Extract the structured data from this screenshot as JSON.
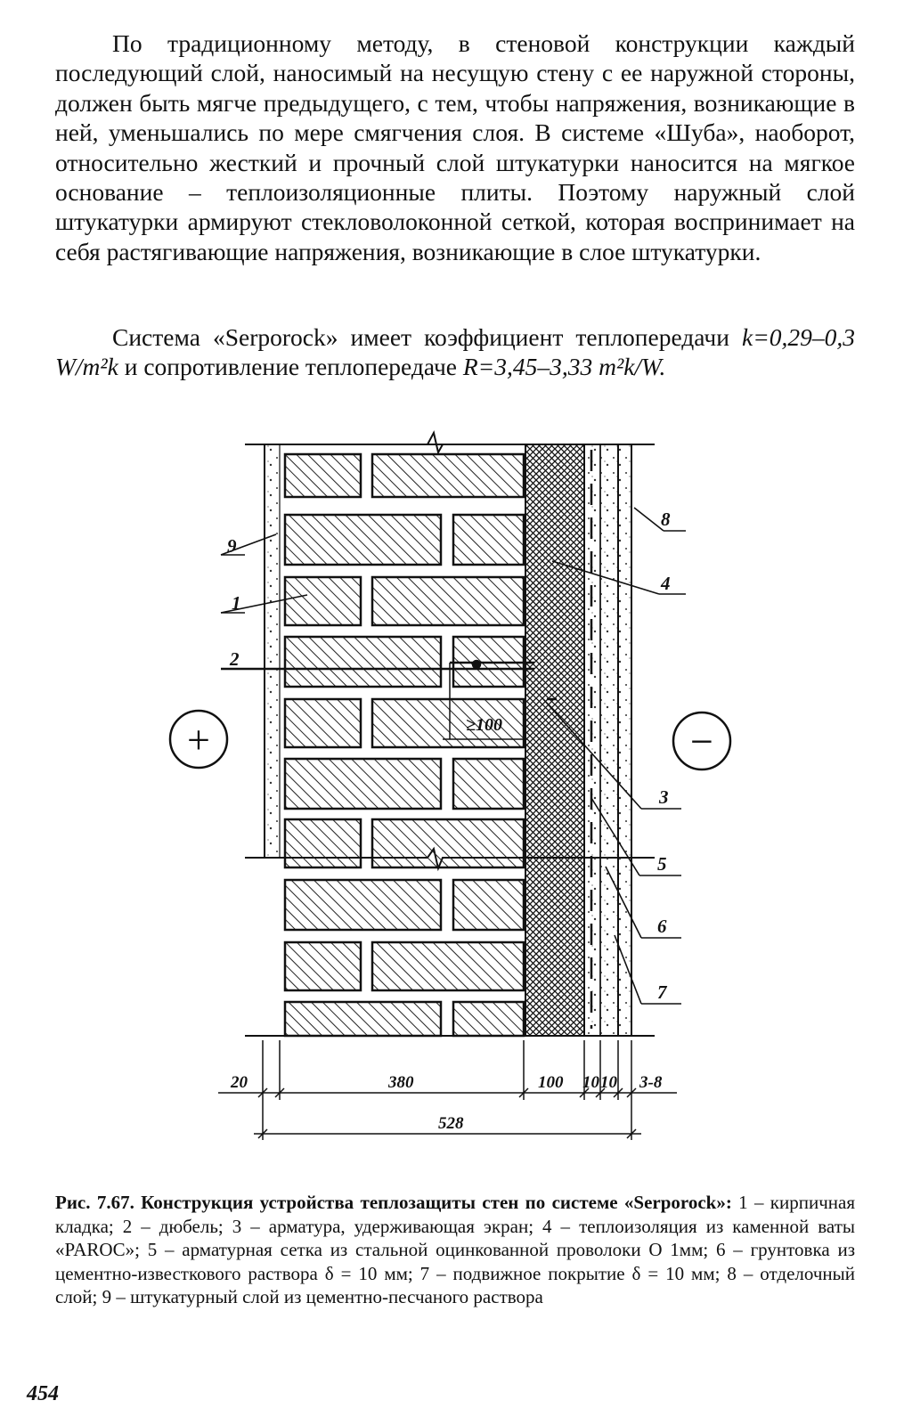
{
  "paragraph1": "По традиционному методу, в стеновой конструкции каждый последующий слой, наносимый на несущую стену с ее наружной стороны, должен быть мягче предыдущего, с тем, чтобы напряжения, возникающие в ней, уменьшались по мере смягчения слоя. В системе «Шуба», наоборот, относительно жесткий и прочный слой штукатурки наносится на мягкое основание – теплоизоляционные плиты. Поэтому наружный слой штукатурки армируют стекловолоконной сеткой, которая воспринимает на себя растягивающие напряжения, возникающие в слое штукатурки.",
  "paragraph2": {
    "part1": "Система «Serporock» имеет коэффициент теплопередачи ",
    "k_formula": "k=0,29–0,3 W/m²k",
    "part2": " и сопротивление теплопередаче ",
    "r_formula": "R=3,45–3,33 m²k/W."
  },
  "figure": {
    "labels": [
      "1",
      "2",
      "3",
      "4",
      "5",
      "6",
      "7",
      "8",
      "9"
    ],
    "plus_sign": "+",
    "minus_sign": "−",
    "anchor_dim": "≥100",
    "dims": {
      "plaster": "20",
      "brick": "380",
      "insulation": "100",
      "layer_a": "10",
      "layer_b": "10",
      "finish": "3-8",
      "total": "528"
    }
  },
  "caption": {
    "label": "Рис. 7.67. Конструкция устройства теплозащиты стен по системе «Serporock»:",
    "text": " 1 – кирпичная кладка; 2 – дюбель; 3 – арматура, удерживающая экран; 4 – теплоизоляция из каменной ваты «PAROC»; 5 – арматурная сетка из стальной оцинкованной проволоки О 1мм; 6 – грунтовка из цементно-известкового раствора δ = 10 мм; 7 – подвижное покрытие δ = 10 мм; 8 – отделочный слой; 9 – штукатурный слой из цементно-песчаного раствора"
  },
  "page_number": "454"
}
